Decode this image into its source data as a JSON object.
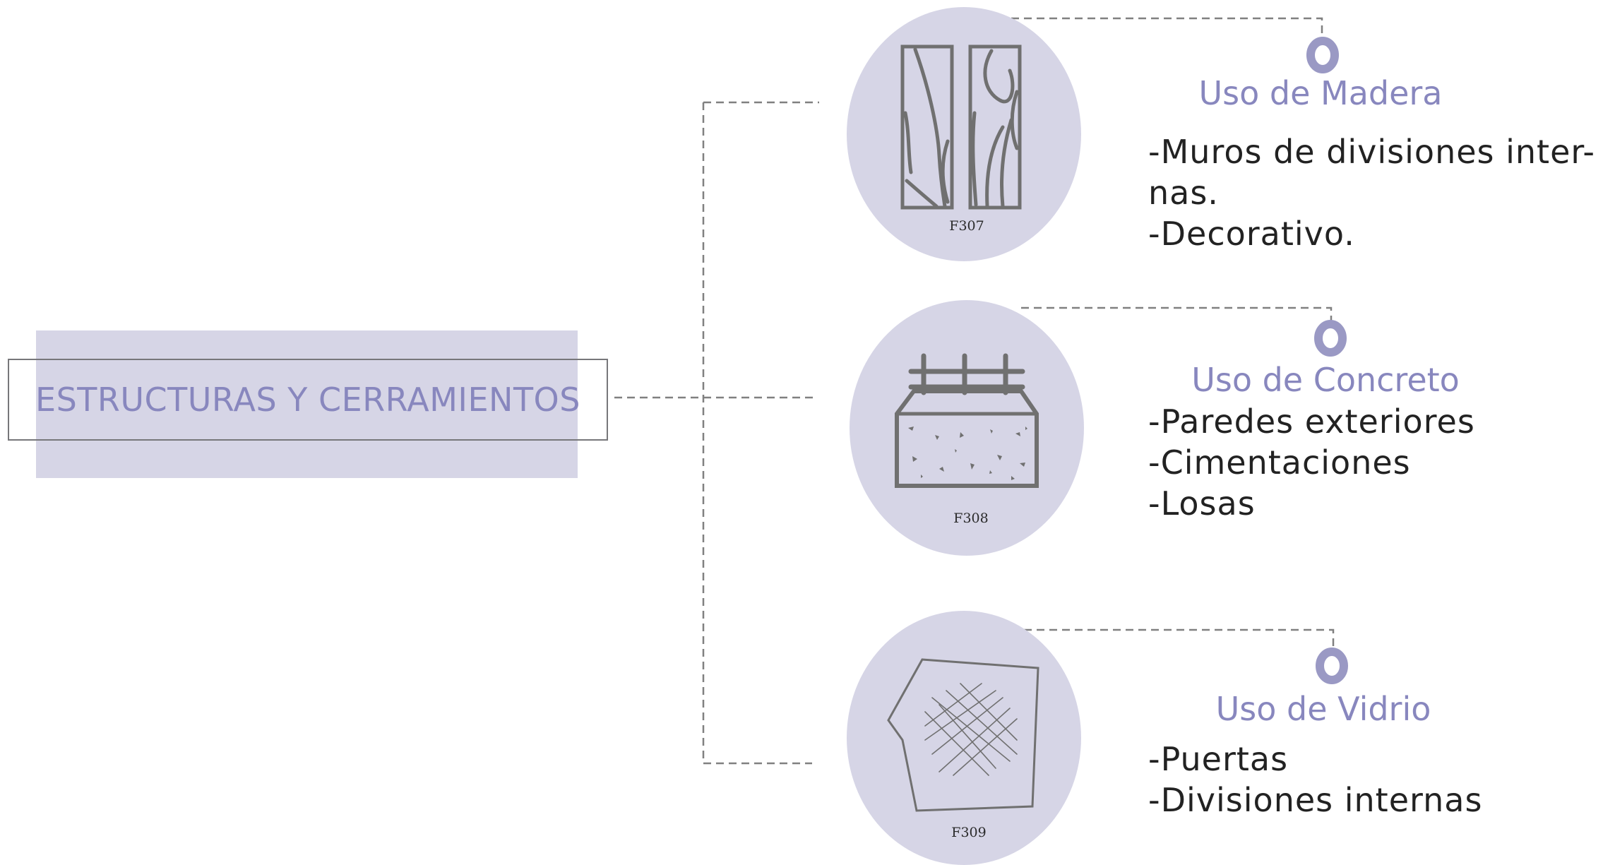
{
  "root": {
    "title": "ESTRUCTURAS Y CERRAMIENTOS"
  },
  "branches": [
    {
      "title": "Uso de Madera",
      "code": "F307",
      "icon": "wood-planks-icon",
      "items": [
        "-Muros de divisiones inter-",
        "nas.",
        "-Decorativo."
      ]
    },
    {
      "title": "Uso de Concreto",
      "code": "F308",
      "icon": "concrete-block-icon",
      "items": [
        "-Paredes exteriores",
        "-Cimentaciones",
        "-Losas"
      ]
    },
    {
      "title": "Uso de Vidrio",
      "code": "F309",
      "icon": "cracked-glass-icon",
      "items": [
        "-Puertas",
        "-Divisiones internas"
      ]
    }
  ],
  "colors": {
    "accent": "#8887be",
    "fill": "#d6d5e6",
    "line": "#77777a",
    "text": "#222222"
  }
}
